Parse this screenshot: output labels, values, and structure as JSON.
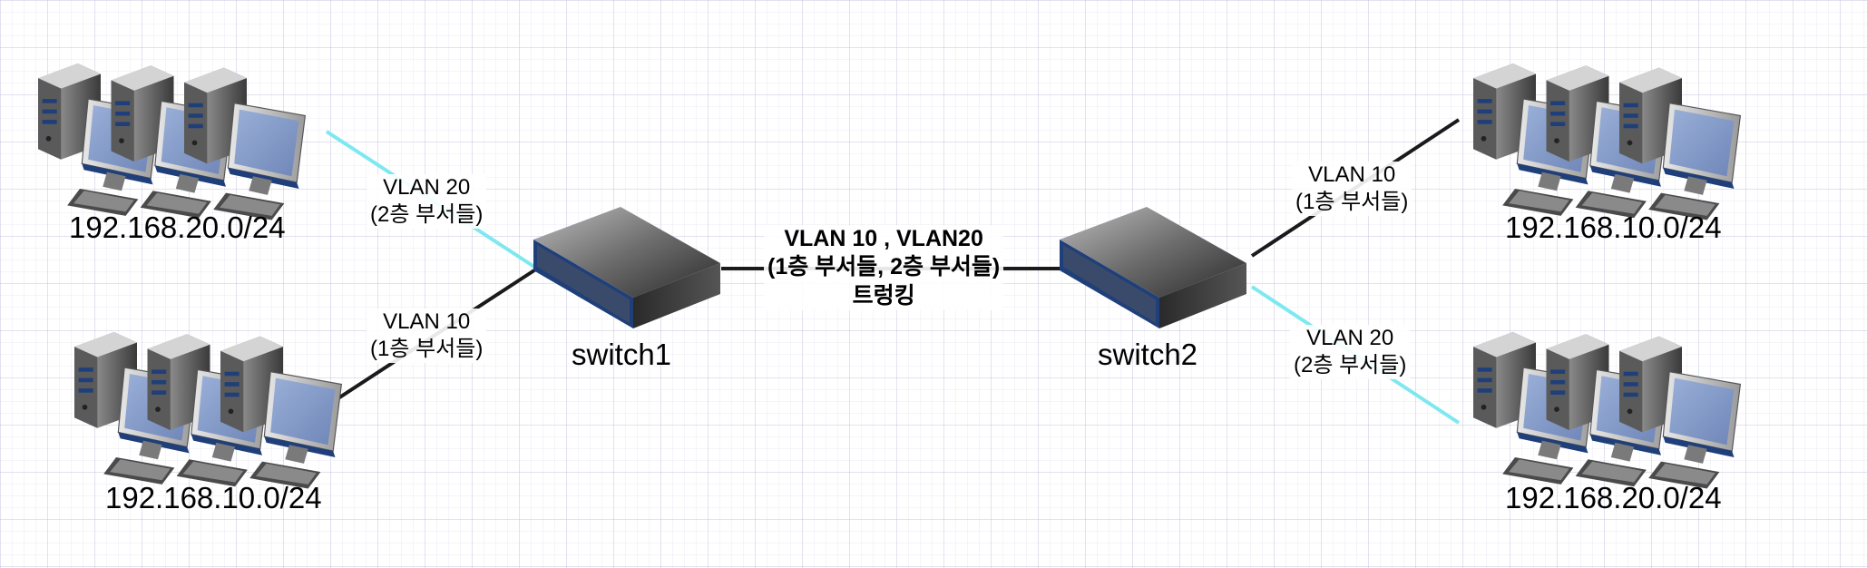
{
  "colors": {
    "vlan10_link": "#1a1a1a",
    "vlan20_link": "#7ee8f0",
    "trunk_link": "#1a1a1a",
    "switch_accent": "#1f3f7a"
  },
  "icons": {
    "workstation": "workstation-icon",
    "switch": "network-switch-icon"
  },
  "left": {
    "top_group": {
      "subnet": "192.168.20.0/24",
      "link": {
        "vlan": "VLAN 20",
        "dept": "(2층 부서들)"
      }
    },
    "bottom_group": {
      "subnet": "192.168.10.0/24",
      "link": {
        "vlan": "VLAN 10",
        "dept": "(1층 부서들)"
      }
    }
  },
  "right": {
    "top_group": {
      "subnet": "192.168.10.0/24",
      "link": {
        "vlan": "VLAN 10",
        "dept": "(1층 부서들)"
      }
    },
    "bottom_group": {
      "subnet": "192.168.20.0/24",
      "link": {
        "vlan": "VLAN 20",
        "dept": "(2층 부서들)"
      }
    }
  },
  "switches": {
    "switch1": {
      "name": "switch1"
    },
    "switch2": {
      "name": "switch2"
    }
  },
  "trunk": {
    "line1": "VLAN 10 , VLAN20",
    "line2": "(1층 부서들, 2층 부서들)",
    "line3": "트렁킹"
  }
}
